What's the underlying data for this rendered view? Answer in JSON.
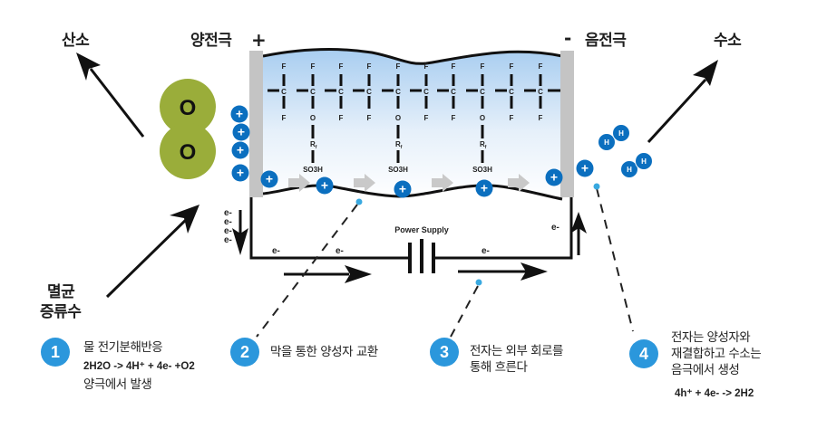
{
  "labels": {
    "oxygen": "산소",
    "anode": "양전극",
    "anode_sign": "+",
    "cathode_sign": "-",
    "cathode": "음전극",
    "hydrogen": "수소",
    "sterile_water_line1": "멸균",
    "sterile_water_line2": "증류수",
    "power_supply": "Power Supply",
    "electron": "e-"
  },
  "molecules": {
    "oxygen_atom": "O",
    "hydrogen_atom": "H",
    "proton": "+"
  },
  "membrane": {
    "carbon": "C",
    "top_atoms": [
      "F",
      "F",
      "F",
      "F",
      "F",
      "F",
      "F",
      "F",
      "F",
      "F"
    ],
    "bottom_atoms": [
      "F",
      "O",
      "F",
      "F",
      "O",
      "F",
      "F",
      "O",
      "F",
      "F"
    ],
    "side_chain_group": "Rf",
    "sulfonic_group": "SO3H"
  },
  "colors": {
    "oxygen_molecule": "#9aad3a",
    "proton": "#0b6fbf",
    "hydrogen": "#0b6fbf",
    "step_badge": "#2b97dc",
    "electrode": "#c4c4c4",
    "membrane_top": "#a8cdf0",
    "flow_arrow": "#c9c9c9",
    "marker_dot": "#39a9e0"
  },
  "steps": [
    {
      "number": "1",
      "lines": [
        "물 전기분해반응"
      ],
      "formula": "2H2O -> 4H⁺ + 4e- +O2",
      "extra": "양극에서 발생"
    },
    {
      "number": "2",
      "lines": [
        "막을 통한 양성자 교환"
      ]
    },
    {
      "number": "3",
      "lines": [
        "전자는 외부 회로를",
        "통해 흐른다"
      ]
    },
    {
      "number": "4",
      "lines": [
        "전자는 양성자와",
        "재결합하고 수소는",
        "음극에서 생성"
      ],
      "formula": "4h⁺ + 4e- -> 2H2"
    }
  ]
}
